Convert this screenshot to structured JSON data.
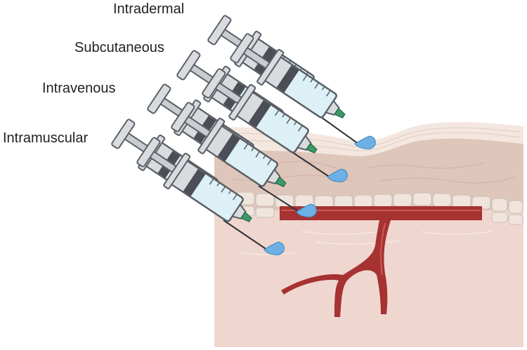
{
  "routes": [
    {
      "key": "intradermal",
      "label": "Intradermal"
    },
    {
      "key": "subcutaneous",
      "label": "Subcutaneous"
    },
    {
      "key": "intravenous",
      "label": "Intravenous"
    },
    {
      "key": "intramuscular",
      "label": "Intramuscular"
    }
  ],
  "colors": {
    "muscle": "#efd7cf",
    "dermis": "#dfc6ba",
    "epidermis": "#f3e7df",
    "vessel": "#a63232",
    "vessel_highlight": "#c95a56",
    "syringe_barrel": "#d9dcdf",
    "syringe_liquid": "#dcf0f6",
    "needle_hub": "#3b9b6b",
    "droplet": "#6cb0e4",
    "label_text": "#222222"
  }
}
